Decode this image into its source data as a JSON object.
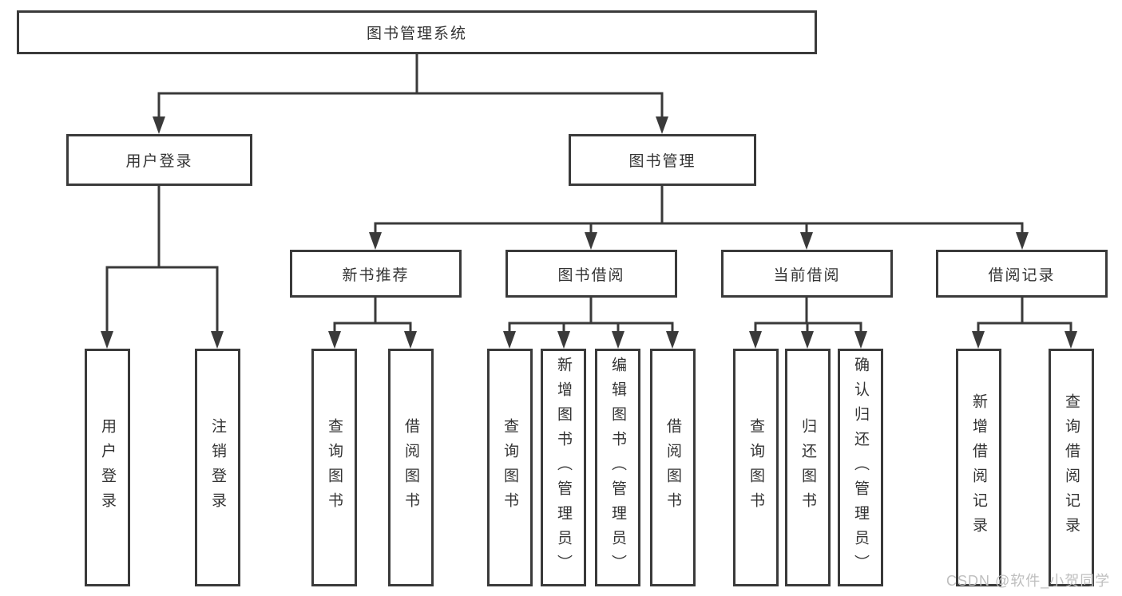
{
  "diagram": {
    "root": {
      "label": "图书管理系统"
    },
    "level2": [
      {
        "label": "用户登录",
        "leaves": [
          "用户登录",
          "注销登录"
        ]
      },
      {
        "label": "图书管理",
        "sections": [
          {
            "label": "新书推荐",
            "leaves": [
              "查询图书",
              "借阅图书"
            ]
          },
          {
            "label": "图书借阅",
            "leaves": [
              "查询图书",
              "新增图书（管理员）",
              "编辑图书（管理员）",
              "借阅图书"
            ]
          },
          {
            "label": "当前借阅",
            "leaves": [
              "查询图书",
              "归还图书",
              "确认归还（管理员）"
            ]
          },
          {
            "label": "借阅记录",
            "leaves": [
              "新增借阅记录",
              "查询借阅记录"
            ]
          }
        ]
      }
    ]
  },
  "watermark": {
    "text": "CSDN @软件_小贺同学"
  },
  "colors": {
    "line": "#3a3a3a",
    "text": "#333333",
    "watermark": "#bfbfbf",
    "background": "#ffffff"
  }
}
